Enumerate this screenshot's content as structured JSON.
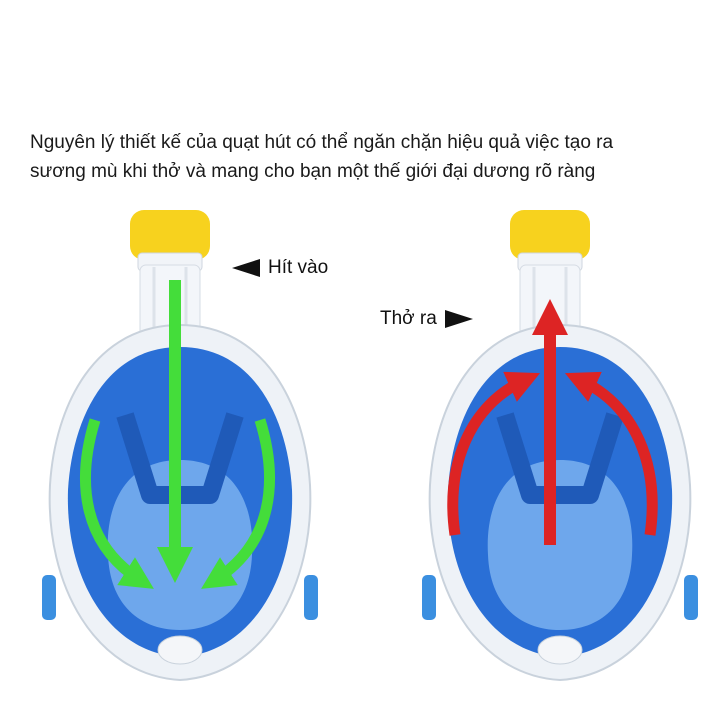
{
  "caption": {
    "line1": "Nguyên lý thiết kế của quạt hút có thể ngăn chặn hiệu quả việc tạo ra",
    "line2": "sương mù khi thở và mang cho bạn một thế giới đại dương rõ ràng"
  },
  "labels": {
    "inhale": "Hít vào",
    "exhale": "Thở ra"
  },
  "colors": {
    "inhale_arrow": "#44dd3a",
    "exhale_arrow": "#dd2424",
    "mask_blue": "#2a6fd6",
    "snorkel_cap": "#f7d21e"
  },
  "icons": {
    "inhale_pointer": "left-triangle-icon",
    "exhale_pointer": "right-triangle-icon"
  }
}
